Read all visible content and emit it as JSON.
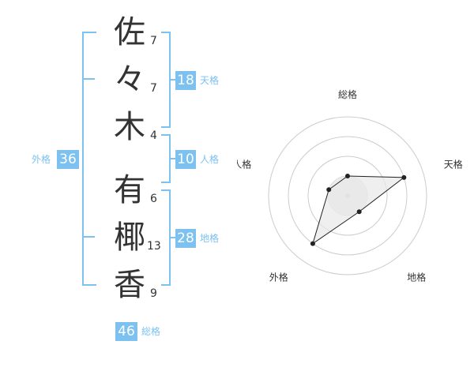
{
  "name": {
    "chars": [
      {
        "char": "佐",
        "strokes": "7"
      },
      {
        "char": "々",
        "strokes": "7"
      },
      {
        "char": "木",
        "strokes": "4"
      },
      {
        "char": "有",
        "strokes": "6"
      },
      {
        "char": "椰",
        "strokes": "13"
      },
      {
        "char": "香",
        "strokes": "9"
      }
    ]
  },
  "kakusu": {
    "tenkaku": {
      "label": "天格",
      "value": "18"
    },
    "jinkaku": {
      "label": "人格",
      "value": "10"
    },
    "chikaku": {
      "label": "地格",
      "value": "28"
    },
    "gaikaku": {
      "label": "外格",
      "value": "36"
    },
    "soukaku": {
      "label": "総格",
      "value": "46"
    }
  },
  "chart_data": {
    "type": "radar",
    "axes": [
      "総格",
      "天格",
      "地格",
      "外格",
      "人格"
    ],
    "values": [
      0.25,
      0.75,
      0.25,
      0.75,
      0.25
    ],
    "rings": 4,
    "colors": {
      "accent": "#7cc1ef",
      "fill": "#e8e8e8",
      "line": "#222222",
      "ring": "#cccccc"
    }
  }
}
